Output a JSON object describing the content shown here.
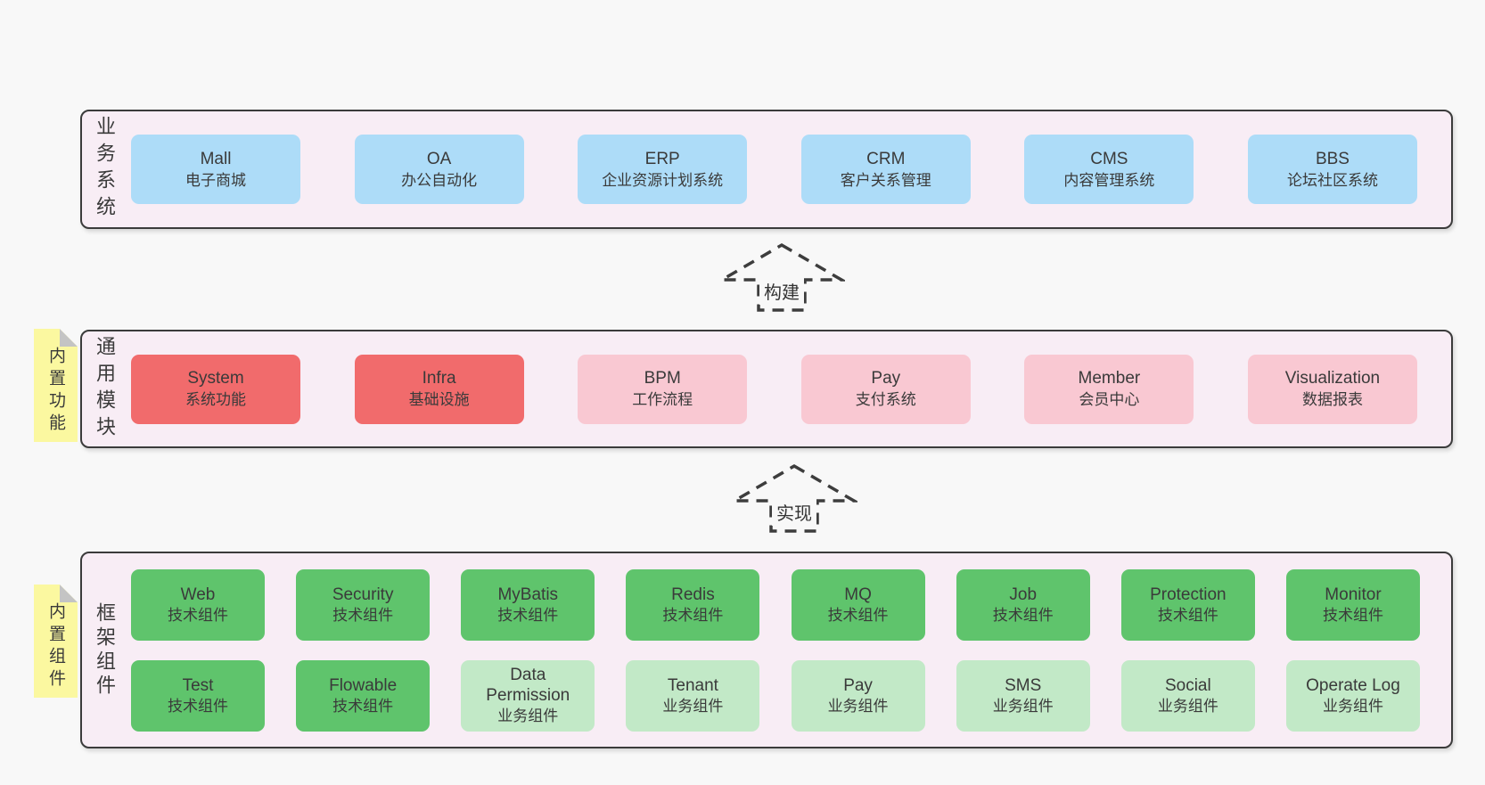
{
  "colors": {
    "page-bg": "#f8f8f8",
    "band-bg": "#f8edf5",
    "band-border": "#3b3b3b",
    "box-blue": "#addcf8",
    "box-red": "#f16b6c",
    "box-pink": "#f9c8d2",
    "box-green": "#5fc46c",
    "box-green-light": "#c2e9c7",
    "sticky-yellow": "#fbf8a0",
    "sticky-fold": "#c4c4c4",
    "text": "#3a3a3a"
  },
  "bands": [
    {
      "label": "业务系统",
      "boxes": [
        {
          "title": "Mall",
          "subtitle": "电子商城"
        },
        {
          "title": "OA",
          "subtitle": "办公自动化"
        },
        {
          "title": "ERP",
          "subtitle": "企业资源计划系统"
        },
        {
          "title": "CRM",
          "subtitle": "客户关系管理"
        },
        {
          "title": "CMS",
          "subtitle": "内容管理系统"
        },
        {
          "title": "BBS",
          "subtitle": "论坛社区系统"
        }
      ]
    },
    {
      "label": "通用模块",
      "sticky": "内置功能",
      "boxes": [
        {
          "title": "System",
          "subtitle": "系统功能"
        },
        {
          "title": "Infra",
          "subtitle": "基础设施"
        },
        {
          "title": "BPM",
          "subtitle": "工作流程"
        },
        {
          "title": "Pay",
          "subtitle": "支付系统"
        },
        {
          "title": "Member",
          "subtitle": "会员中心"
        },
        {
          "title": "Visualization",
          "subtitle": "数据报表"
        }
      ]
    },
    {
      "label": "框架组件",
      "sticky": "内置组件",
      "rows": [
        [
          {
            "title": "Web",
            "subtitle": "技术组件"
          },
          {
            "title": "Security",
            "subtitle": "技术组件"
          },
          {
            "title": "MyBatis",
            "subtitle": "技术组件"
          },
          {
            "title": "Redis",
            "subtitle": "技术组件"
          },
          {
            "title": "MQ",
            "subtitle": "技术组件"
          },
          {
            "title": "Job",
            "subtitle": "技术组件"
          },
          {
            "title": "Protection",
            "subtitle": "技术组件"
          },
          {
            "title": "Monitor",
            "subtitle": "技术组件"
          }
        ],
        [
          {
            "title": "Test",
            "subtitle": "技术组件"
          },
          {
            "title": "Flowable",
            "subtitle": "技术组件"
          },
          {
            "title": "Data Permission",
            "subtitle": "业务组件"
          },
          {
            "title": "Tenant",
            "subtitle": "业务组件"
          },
          {
            "title": "Pay",
            "subtitle": "业务组件"
          },
          {
            "title": "SMS",
            "subtitle": "业务组件"
          },
          {
            "title": "Social",
            "subtitle": "业务组件"
          },
          {
            "title": "Operate Log",
            "subtitle": "业务组件"
          }
        ]
      ]
    }
  ],
  "arrows": [
    {
      "label": "构建"
    },
    {
      "label": "实现"
    }
  ]
}
